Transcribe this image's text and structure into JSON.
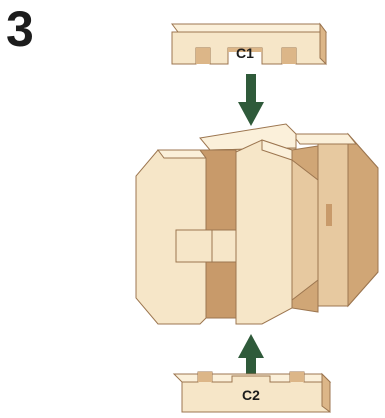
{
  "step": {
    "number": "3"
  },
  "pieces": {
    "top_piece": {
      "label": "C1"
    },
    "bottom_piece": {
      "label": "C2"
    }
  },
  "colors": {
    "wood_light": "#f6e6c8",
    "wood_top": "#fbf0da",
    "wood_side": "#dcb688",
    "wood_dark": "#c89a6a",
    "outline": "#9c7650",
    "arrow": "#2f5a3a"
  },
  "icons": {
    "top_arrow": "arrow-down-icon",
    "bottom_arrow": "arrow-up-icon"
  }
}
